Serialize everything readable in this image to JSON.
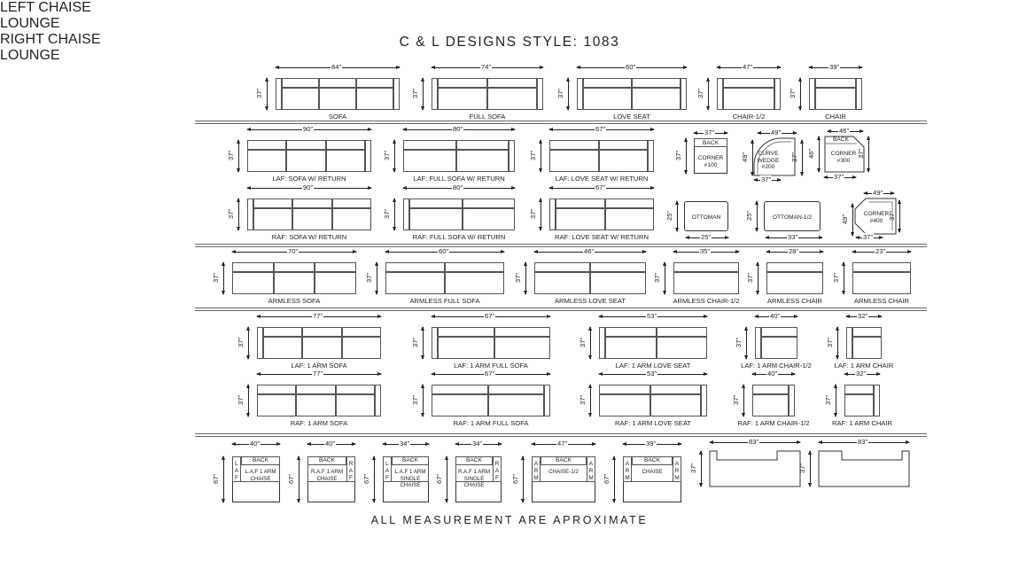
{
  "title": "C & L DESIGNS STYLE:  1083",
  "footer": "ALL MEASUREMENT ARE APROXIMATE",
  "labels": {
    "back": "BACK",
    "laf": "L\nA\nF",
    "raf": "R\nA\nF",
    "arm": "A\nR\nM",
    "corner100": "CORNER\n#100",
    "curve200": "CURVE\nWEDGE\n#200",
    "corner300": "CORNER\n#300",
    "corner400": "CORNER\n#400",
    "ottoman": "OTTOMAN",
    "ottoman12": "OTTOMAN-1/2",
    "laf_chaise": "L.A.F 1 ARM\nCHAISE",
    "raf_chaise": "R.A.F 1 ARM\nCHAISE",
    "laf_single": "L.A.F 1 ARM\nSINGLE\nCHAISE",
    "raf_single": "R.A.F 1 ARM\nSINGLE\nCHAISE",
    "chaise12": "CHAISE-1/2",
    "chaise": "CHAISE"
  },
  "rows": {
    "r1": [
      {
        "name": "SOFA",
        "width": "84”",
        "height": "37”"
      },
      {
        "name": "FULL SOFA",
        "width": "74”",
        "height": "37”"
      },
      {
        "name": "LOVE SEAT",
        "width": "60”",
        "height": "37”"
      },
      {
        "name": "CHAIR-1/2",
        "width": "47”",
        "height": "37”"
      },
      {
        "name": "CHAIR",
        "width": "39”",
        "height": "37”"
      }
    ],
    "r2": [
      {
        "name": "LAF: SOFA W/ RETURN",
        "width": "90”",
        "height": "37”"
      },
      {
        "name": "LAF: FULL SOFA W/ RETURN",
        "width": "80”",
        "height": "37”"
      },
      {
        "name": "LAF: LOVE SEAT W/ RETURN",
        "width": "67”",
        "height": "37”"
      },
      {
        "name": "CORNER #100",
        "width": "37”",
        "height": "37”"
      },
      {
        "name": "CURVE WEDGE #200",
        "width": "49”",
        "height": "49”",
        "depth": "37”",
        "depth2": "37”"
      },
      {
        "name": "CORNER #300",
        "width": "46”",
        "height": "46”",
        "depth": "37”",
        "depth2": "37”"
      }
    ],
    "r3": [
      {
        "name": "RAF: SOFA W/ RETURN",
        "width": "90”",
        "height": "37”"
      },
      {
        "name": "RAF: FULL SOFA W/ RETURN",
        "width": "80”",
        "height": "37”"
      },
      {
        "name": "RAF: LOVE SEAT W/ RETURN",
        "width": "67”",
        "height": "37”"
      },
      {
        "name": "OTTOMAN",
        "width": "25”",
        "height": "25”"
      },
      {
        "name": "OTTOMAN-1/2",
        "width": "33”",
        "height": "25”"
      },
      {
        "name": "CORNER #400",
        "width": "49”",
        "height": "49”",
        "depth": "37”",
        "depth2": "37”"
      }
    ],
    "r4": [
      {
        "name": "ARMLESS SOFA",
        "width": "70”",
        "height": "37”"
      },
      {
        "name": "ARMLESS FULL SOFA",
        "width": "60”",
        "height": "37”"
      },
      {
        "name": "ARMLESS LOVE SEAT",
        "width": "46”",
        "height": "37”"
      },
      {
        "name": "ARMLESS CHAIR-1/2",
        "width": "35”",
        "height": "37”"
      },
      {
        "name": "ARMLESS CHAIR",
        "width": "28”",
        "height": "37”"
      },
      {
        "name": "ARMLESS CHAIR",
        "width": "23”",
        "height": "37”"
      }
    ],
    "r5": [
      {
        "name": "LAF: 1 ARM SOFA",
        "width": "77”",
        "height": "37”"
      },
      {
        "name": "LAF: 1 ARM FULL SOFA",
        "width": "67”",
        "height": "37”"
      },
      {
        "name": "LAF: 1 ARM LOVE SEAT",
        "width": "53”",
        "height": "37”"
      },
      {
        "name": "LAF: 1 ARM CHAIR-1/2",
        "width": "40”",
        "height": "37”"
      },
      {
        "name": "LAF: 1 ARM CHAIR",
        "width": "32”",
        "height": "37”"
      }
    ],
    "r6": [
      {
        "name": "RAF: 1 ARM SOFA",
        "width": "77”",
        "height": "37”"
      },
      {
        "name": "RAF: 1 ARM FULL SOFA",
        "width": "67”",
        "height": "37”"
      },
      {
        "name": "RAF: 1 ARM LOVE SEAT",
        "width": "53”",
        "height": "37”"
      },
      {
        "name": "RAF: 1 ARM CHAIR-1/2",
        "width": "40”",
        "height": "37”"
      },
      {
        "name": "RAF: 1 ARM CHAIR",
        "width": "32”",
        "height": "37”"
      }
    ],
    "r7": [
      {
        "name": "",
        "width": "40”",
        "height": "67”"
      },
      {
        "name": "",
        "width": "40”",
        "height": "67”"
      },
      {
        "name": "",
        "width": "34”",
        "height": "67”"
      },
      {
        "name": "",
        "width": "34”",
        "height": "67”"
      },
      {
        "name": "",
        "width": "47”",
        "height": "67”"
      },
      {
        "name": "",
        "width": "39”",
        "height": "67”"
      },
      {
        "name": "LEFT CHAISE LOUNGE",
        "width": "83”",
        "height": "37”"
      },
      {
        "name": "RIGHT CHAISE LOUNGE",
        "width": "83”",
        "height": "37”"
      }
    ]
  }
}
